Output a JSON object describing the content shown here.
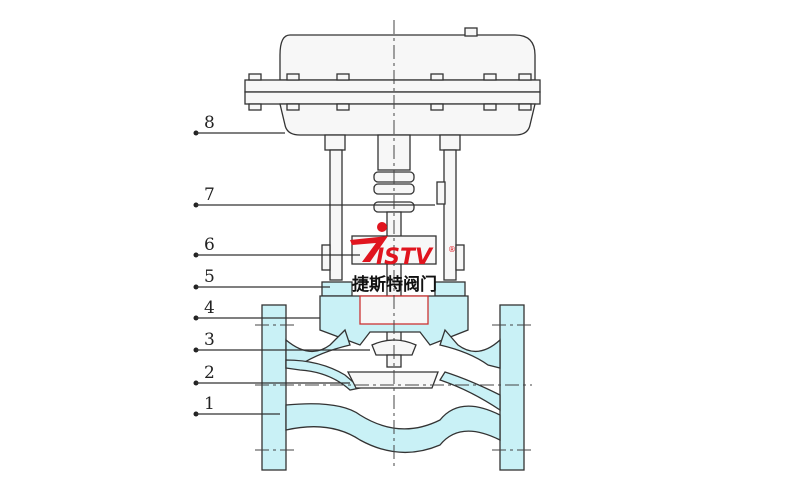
{
  "diagram": {
    "labels": [
      "1",
      "2",
      "3",
      "4",
      "5",
      "6",
      "7",
      "8"
    ],
    "logo": {
      "mark": "ISTV",
      "registered": "®",
      "name": "捷斯特阀门"
    },
    "colors": {
      "body_fill": "#c9f1f6",
      "logo_red": "#e0141e",
      "line": "#333333"
    }
  }
}
